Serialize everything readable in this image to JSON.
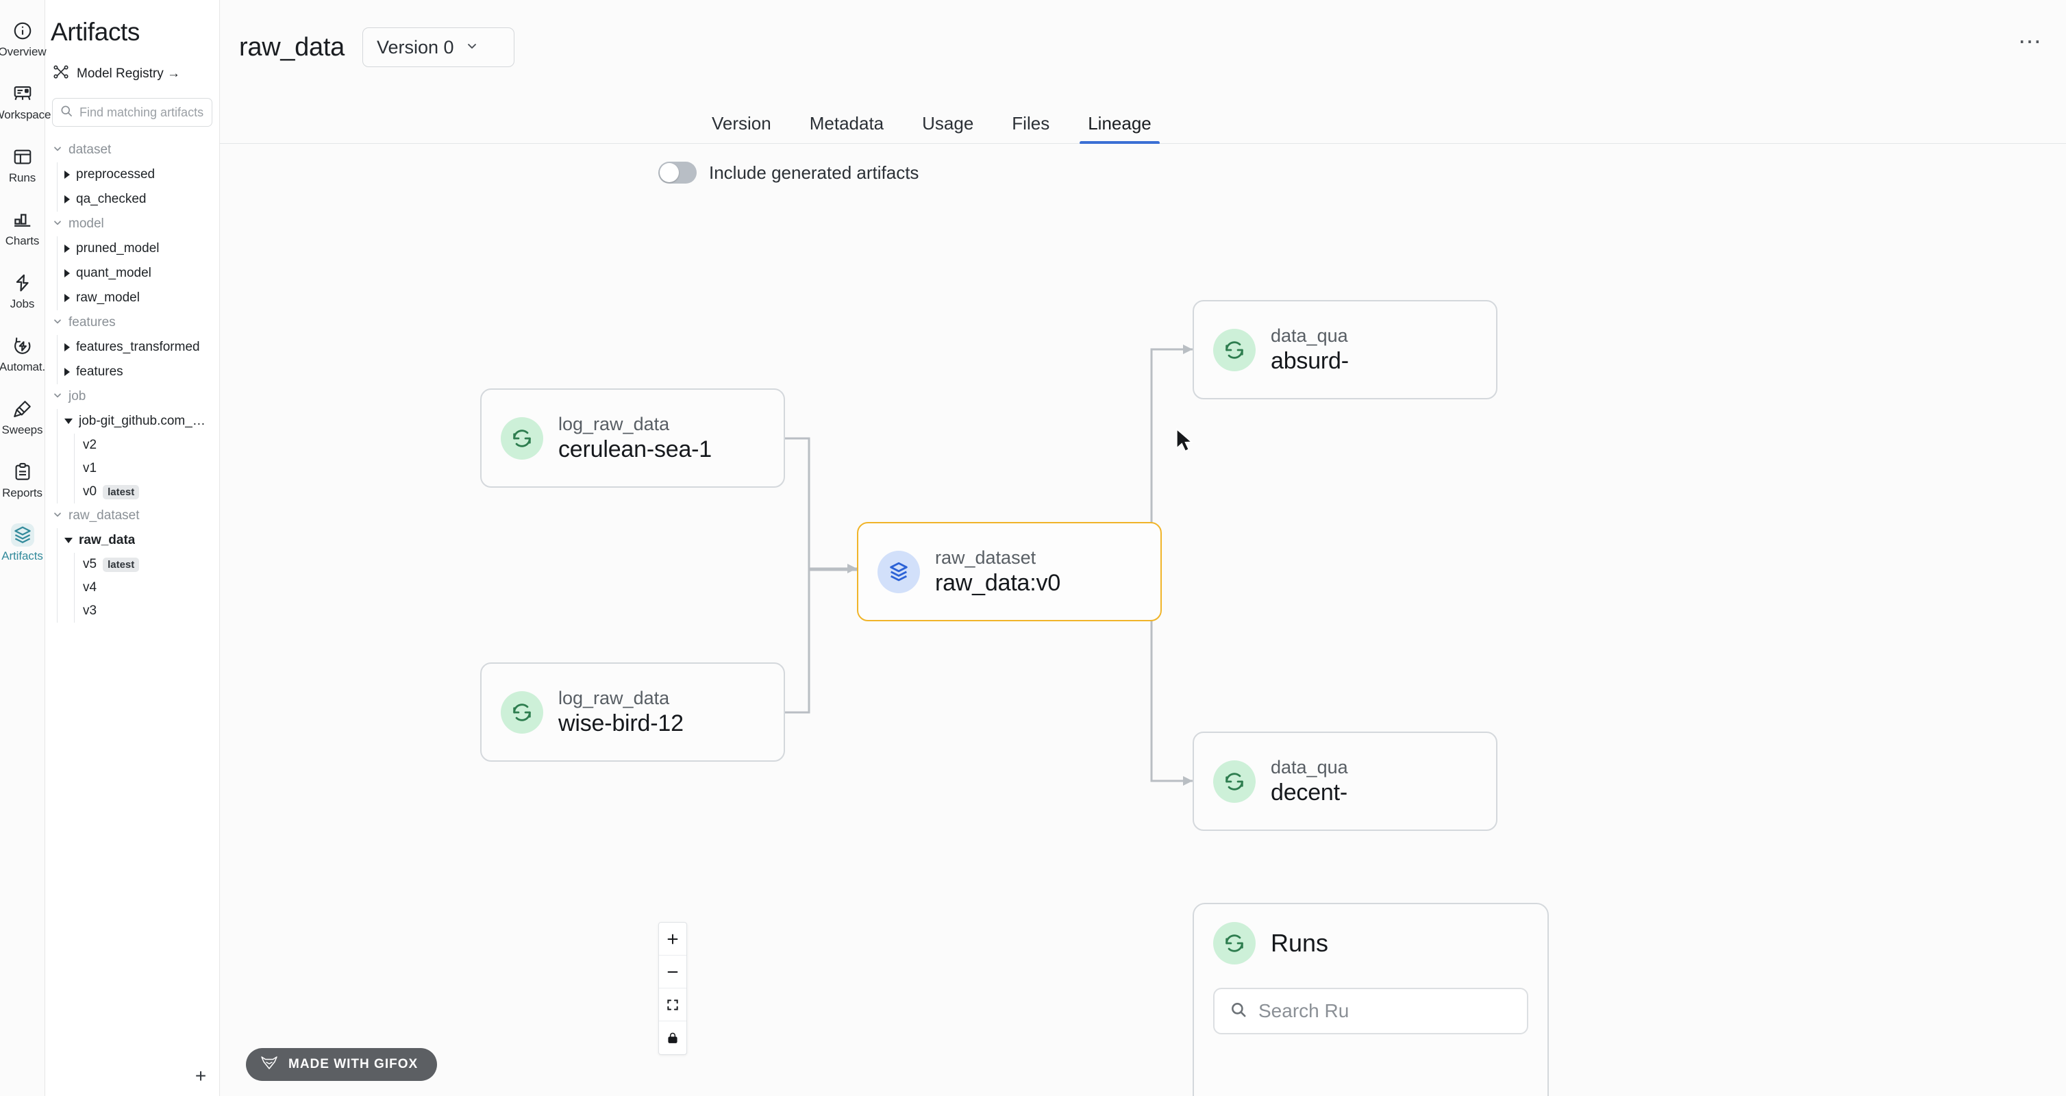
{
  "rail": {
    "items": [
      {
        "label": "Overview",
        "icon": "info-circle-icon",
        "active": false
      },
      {
        "label": "Workspace",
        "icon": "workspace-icon",
        "active": false
      },
      {
        "label": "Runs",
        "icon": "table-icon",
        "active": false
      },
      {
        "label": "Charts",
        "icon": "bar-chart-icon",
        "active": false
      },
      {
        "label": "Jobs",
        "icon": "bolt-icon",
        "active": false
      },
      {
        "label": "Automat.",
        "icon": "automation-icon",
        "active": false
      },
      {
        "label": "Sweeps",
        "icon": "broom-icon",
        "active": false
      },
      {
        "label": "Reports",
        "icon": "clipboard-icon",
        "active": false
      },
      {
        "label": "Artifacts",
        "icon": "layers-icon",
        "active": true
      }
    ]
  },
  "sidebar": {
    "title": "Artifacts",
    "registry_link": "Model Registry →",
    "registry_icon": "model-registry-icon",
    "search": {
      "placeholder": "Find matching artifacts",
      "value": "",
      "icon": "search-icon"
    },
    "add_button_label": "+",
    "groups": [
      {
        "name": "dataset",
        "expanded": true,
        "nodes": [
          {
            "name": "preprocessed",
            "expanded": false,
            "selected": false,
            "versions": []
          },
          {
            "name": "qa_checked",
            "expanded": false,
            "selected": false,
            "versions": []
          }
        ]
      },
      {
        "name": "model",
        "expanded": true,
        "nodes": [
          {
            "name": "pruned_model",
            "expanded": false,
            "selected": false,
            "versions": []
          },
          {
            "name": "quant_model",
            "expanded": false,
            "selected": false,
            "versions": []
          },
          {
            "name": "raw_model",
            "expanded": false,
            "selected": false,
            "versions": []
          }
        ]
      },
      {
        "name": "features",
        "expanded": true,
        "nodes": [
          {
            "name": "features_transformed",
            "expanded": false,
            "selected": false,
            "versions": []
          },
          {
            "name": "features",
            "expanded": false,
            "selected": false,
            "versions": []
          }
        ]
      },
      {
        "name": "job",
        "expanded": true,
        "nodes": [
          {
            "name": "job-git_github.com_wa…",
            "expanded": true,
            "selected": false,
            "versions": [
              {
                "label": "v2",
                "tag": ""
              },
              {
                "label": "v1",
                "tag": ""
              },
              {
                "label": "v0",
                "tag": "latest"
              }
            ]
          }
        ]
      },
      {
        "name": "raw_dataset",
        "expanded": true,
        "nodes": [
          {
            "name": "raw_data",
            "expanded": true,
            "selected": true,
            "versions": [
              {
                "label": "v5",
                "tag": "latest"
              },
              {
                "label": "v4",
                "tag": ""
              },
              {
                "label": "v3",
                "tag": ""
              }
            ]
          }
        ]
      }
    ]
  },
  "header": {
    "artifact_name": "raw_data",
    "version_selector": {
      "label": "Version 0",
      "icon": "chevron-down-icon"
    },
    "overflow_icon": "ellipsis-icon"
  },
  "tabs": [
    {
      "label": "Version",
      "active": false
    },
    {
      "label": "Metadata",
      "active": false
    },
    {
      "label": "Usage",
      "active": false
    },
    {
      "label": "Files",
      "active": false
    },
    {
      "label": "Lineage",
      "active": true
    }
  ],
  "lineage": {
    "toggle": {
      "label": "Include generated artifacts",
      "on": false
    },
    "nodes": [
      {
        "id": "run-cerulean",
        "kind": "run",
        "subtitle": "log_raw_data",
        "title": "cerulean-sea-1",
        "icon": "run-refresh-icon",
        "selected": false
      },
      {
        "id": "run-wisebird",
        "kind": "run",
        "subtitle": "log_raw_data",
        "title": "wise-bird-12",
        "icon": "run-refresh-icon",
        "selected": false
      },
      {
        "id": "ds-rawdata",
        "kind": "dataset",
        "subtitle": "raw_dataset",
        "title": "raw_data:v0",
        "icon": "layers-icon",
        "selected": true
      },
      {
        "id": "run-absurd",
        "kind": "run",
        "subtitle": "data_qua",
        "title": "absurd-",
        "icon": "run-refresh-icon",
        "selected": false
      },
      {
        "id": "run-decent",
        "kind": "run",
        "subtitle": "data_qua",
        "title": "decent-",
        "icon": "run-refresh-icon",
        "selected": false
      }
    ],
    "runs_panel": {
      "title": "Runs",
      "icon": "run-refresh-icon",
      "search_placeholder": "Search Ru",
      "search_icon": "search-icon"
    },
    "zoom_controls": [
      {
        "name": "zoom-in",
        "glyph": "+"
      },
      {
        "name": "zoom-out",
        "glyph": "−"
      },
      {
        "name": "fit-view",
        "glyph": "fit"
      },
      {
        "name": "lock-view",
        "glyph": "lock"
      }
    ]
  },
  "watermark": {
    "text": "MADE WITH GIFOX",
    "icon": "fox-icon"
  },
  "colors": {
    "accent_teal": "#328a9b",
    "tab_active_blue": "#3b6fd4",
    "selected_node_border": "#f0b429",
    "run_icon_bg": "#cdf0d8",
    "run_icon_fg": "#2e7d4f",
    "dataset_icon_bg": "#d2e0fa",
    "dataset_icon_fg": "#2c62d6"
  }
}
